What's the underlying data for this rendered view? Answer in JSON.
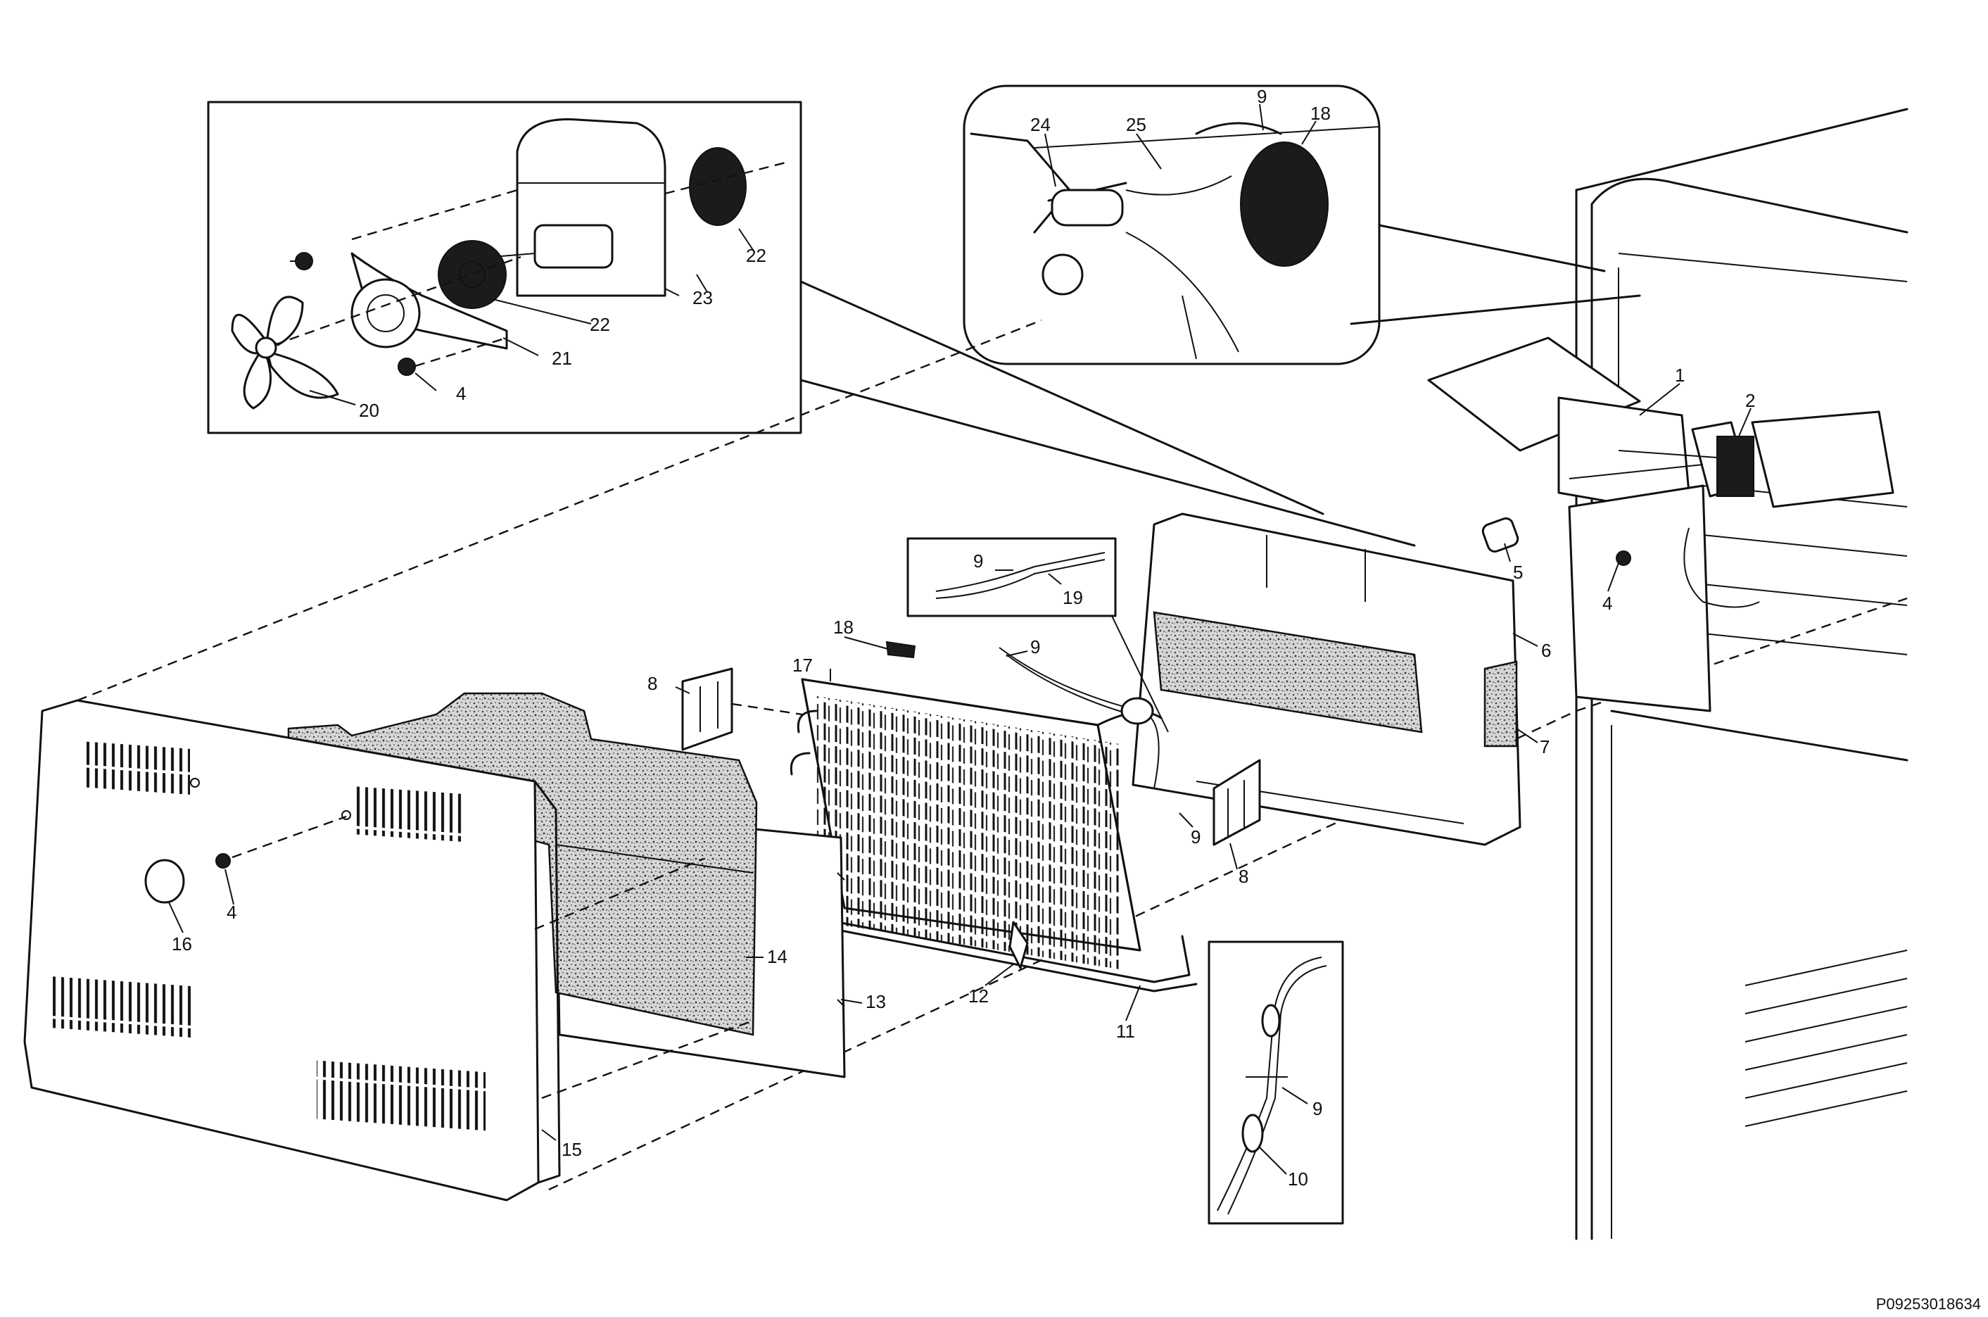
{
  "diagram": {
    "part_number": "P09253018634",
    "callouts": [
      "1",
      "2",
      "4",
      "4",
      "4",
      "5",
      "6",
      "7",
      "8",
      "8",
      "9",
      "9",
      "9",
      "9",
      "9",
      "10",
      "11",
      "12",
      "13",
      "14",
      "15",
      "16",
      "17",
      "18",
      "18",
      "19",
      "20",
      "21",
      "22",
      "22",
      "23",
      "24",
      "25"
    ]
  }
}
